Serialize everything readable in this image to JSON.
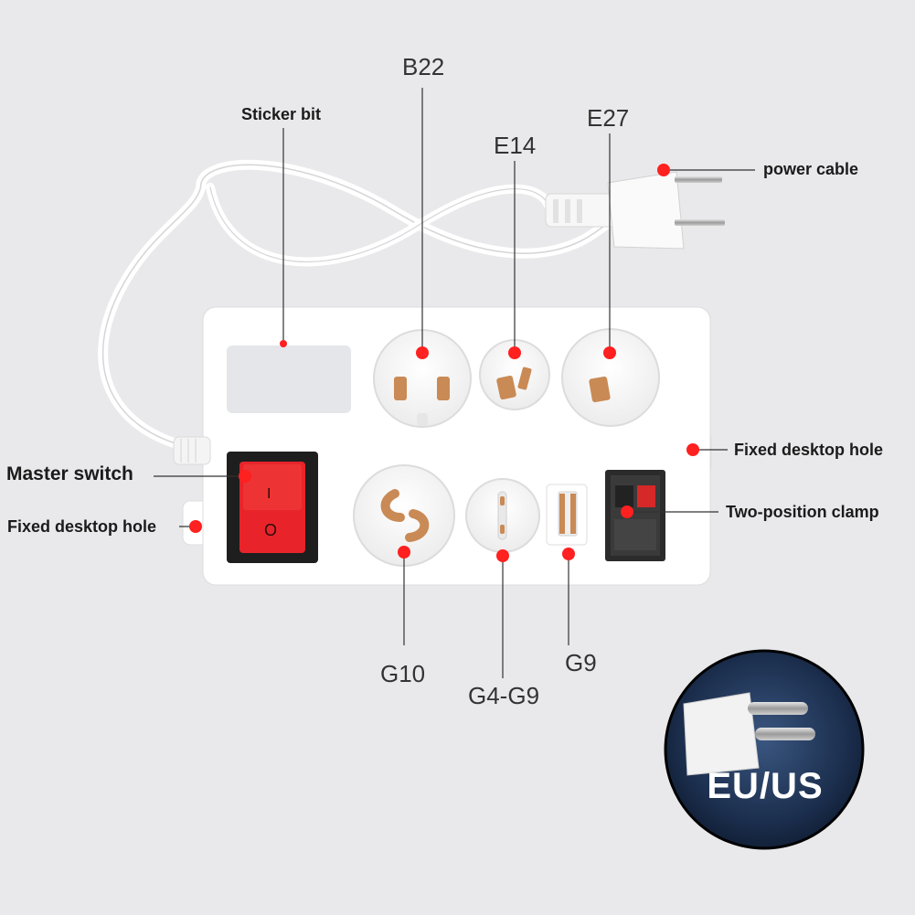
{
  "labels": {
    "b22": "B22",
    "e14": "E14",
    "e27": "E27",
    "sticker_bit": "Sticker bit",
    "power_cable": "power cable",
    "fixed_hole_right": "Fixed desktop hole",
    "master_switch": "Master switch",
    "fixed_hole_left": "Fixed desktop hole",
    "two_position_clamp": "Two-position clamp",
    "g10": "G10",
    "g4_g9": "G4-G9",
    "g9": "G9"
  },
  "switch_marks": {
    "on": "I",
    "off": "O"
  },
  "badge": {
    "text": "EU/US"
  },
  "colors": {
    "background": "#e9e9eb",
    "housing": "#ffffff",
    "switch_red": "#e8242a",
    "marker_red": "#ff2020",
    "contact_copper": "#c98a55",
    "badge_navy": "#1b2e4d"
  }
}
